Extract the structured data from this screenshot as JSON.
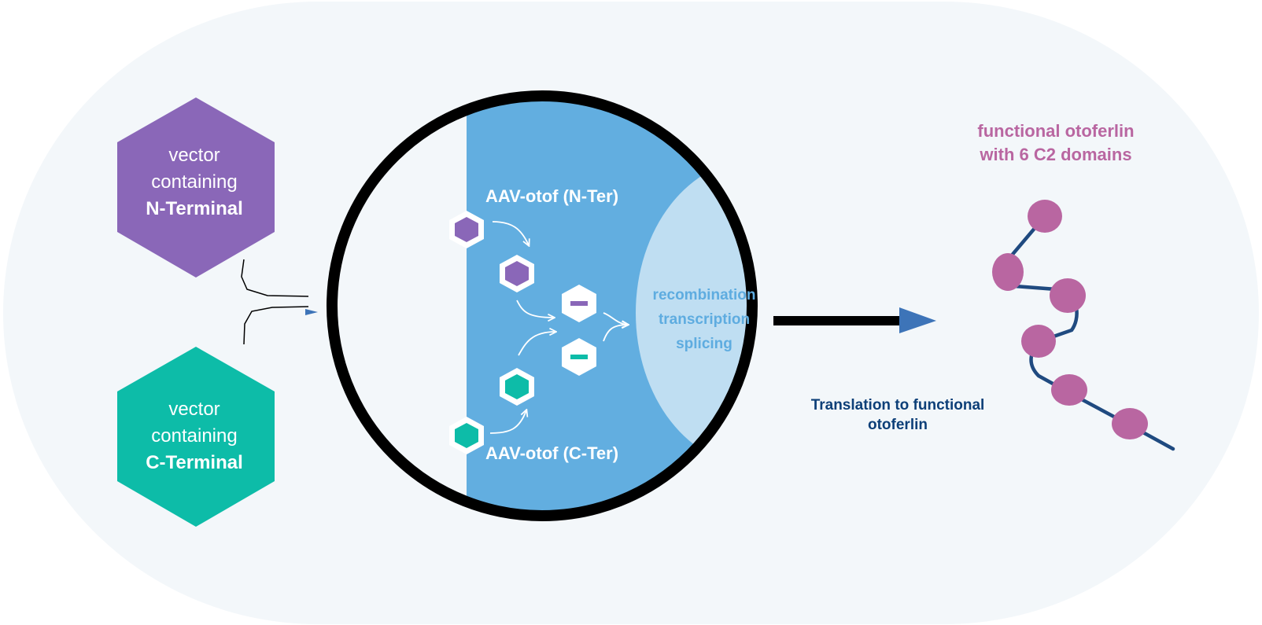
{
  "colors": {
    "background_shape": "#f3f7fa",
    "n_terminal": "#8a67b8",
    "c_terminal": "#0dbca8",
    "cell_blue": "#62aee0",
    "nucleus_light": "#bfdef2",
    "process_text": "#5eace0",
    "arrow_blue": "#3d74b8",
    "translation_text": "#0d3f78",
    "protein_pink": "#b966a1",
    "protein_linker": "#1f4a80",
    "title_pink": "#b966a1",
    "lens_ring": "#000000"
  },
  "vectors": {
    "n_terminal": {
      "line1": "vector",
      "line2": "containing",
      "line3": "N-Terminal"
    },
    "c_terminal": {
      "line1": "vector",
      "line2": "containing",
      "line3": "C-Terminal"
    }
  },
  "cell": {
    "n_ter_label": "AAV-otof (N-Ter)",
    "c_ter_label": "AAV-otof (C-Ter)",
    "process": {
      "line1": "recombination",
      "line2": "transcription",
      "line3": "splicing"
    }
  },
  "translation": {
    "line1": "Translation to functional",
    "line2": "otoferlin"
  },
  "protein": {
    "line1": "functional otoferlin",
    "line2": "with 6 C2 domains",
    "domain_count": 6
  }
}
